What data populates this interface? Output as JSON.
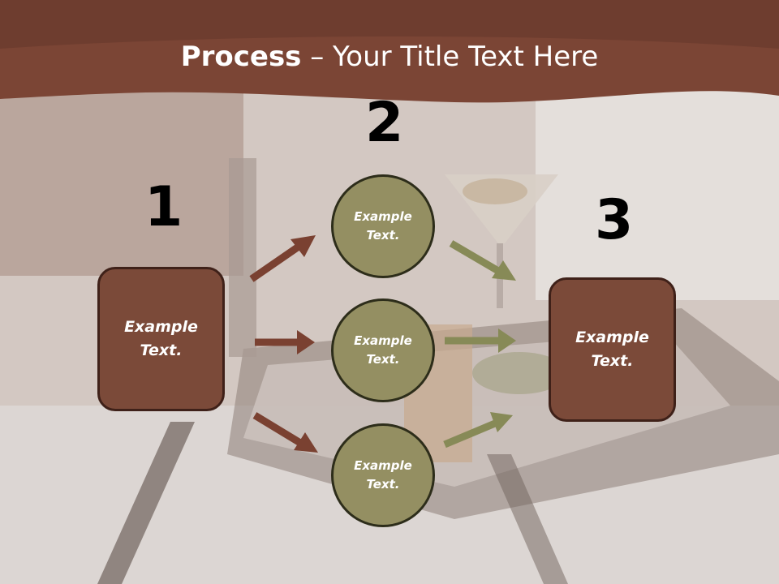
{
  "colors": {
    "header_band": "#7b4535",
    "box_fill": "#7b4a39",
    "circle_fill": "#948f62",
    "brown_arrow": "#7a4131",
    "olive_arrow": "#878a57"
  },
  "title": {
    "bold": "Process",
    "rest": " – Your Title Text Here"
  },
  "steps": {
    "one": {
      "number": "1"
    },
    "two": {
      "number": "2"
    },
    "three": {
      "number": "3"
    }
  },
  "boxes": {
    "left": {
      "line1": "Example",
      "line2": "Text."
    },
    "right": {
      "line1": "Example",
      "line2": "Text."
    }
  },
  "circles": {
    "top": {
      "line1": "Example",
      "line2": "Text."
    },
    "middle": {
      "line1": "Example",
      "line2": "Text."
    },
    "bottom": {
      "line1": "Example",
      "line2": "Text."
    }
  }
}
